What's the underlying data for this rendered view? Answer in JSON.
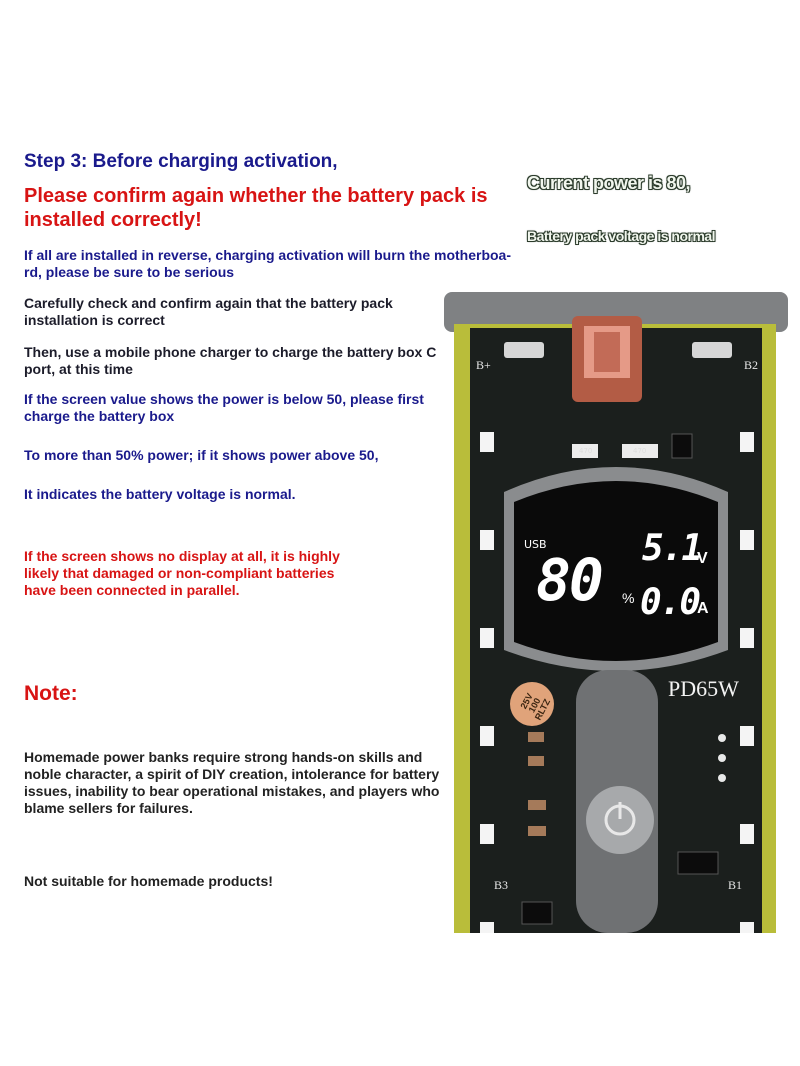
{
  "instructions": {
    "step_title": "Step 3: Before charging activation,",
    "confirm_title": "Please confirm again whether the battery pack is installed correctly!",
    "p1": "If all are installed in reverse, charging activation will burn the motherboa-rd, please be sure to be serious",
    "p2": "Carefully check and confirm again that the battery pack installation is correct",
    "p3": "Then, use a mobile phone charger to charge the battery box C port, at this time",
    "p4": "If the screen value shows the power is below 50, please first charge the battery box",
    "p5": "To more than 50% power; if it shows power above 50,",
    "p6": "It indicates the battery voltage is normal.",
    "p7": "If the screen shows no display at all, it is highly likely that damaged or non-compliant batteries have been connected in parallel."
  },
  "note": {
    "title": "Note:",
    "p1": "Homemade power banks require strong hands-on skills and noble character, a spirit of DIY creation, intolerance for battery issues, inability to bear operational mistakes, and players who blame sellers for failures.",
    "p2": "Not suitable for homemade products!"
  },
  "callouts": {
    "current_power": "Current power is 80,",
    "pack_normal": "Battery pack voltage is normal"
  },
  "device": {
    "lcd": {
      "usb_label": "USB",
      "percent_value": "80",
      "percent_sign": "%",
      "volt_value": "5.1",
      "volt_unit": "V",
      "amp_value": "0.0",
      "amp_unit": "A"
    },
    "model_label": "PD65W",
    "pads": {
      "b_plus": "B+",
      "b2": "B2",
      "b3": "B3",
      "b1": "B1"
    },
    "resistors": {
      "r1": "470",
      "r2": "470"
    },
    "capacitor": "25V 100 RLTZ",
    "colors": {
      "body": "#1b1f1d",
      "frame": "#b9bd3a",
      "lcd": "#0a0a0a",
      "accent_grey": "#7f8183"
    }
  }
}
